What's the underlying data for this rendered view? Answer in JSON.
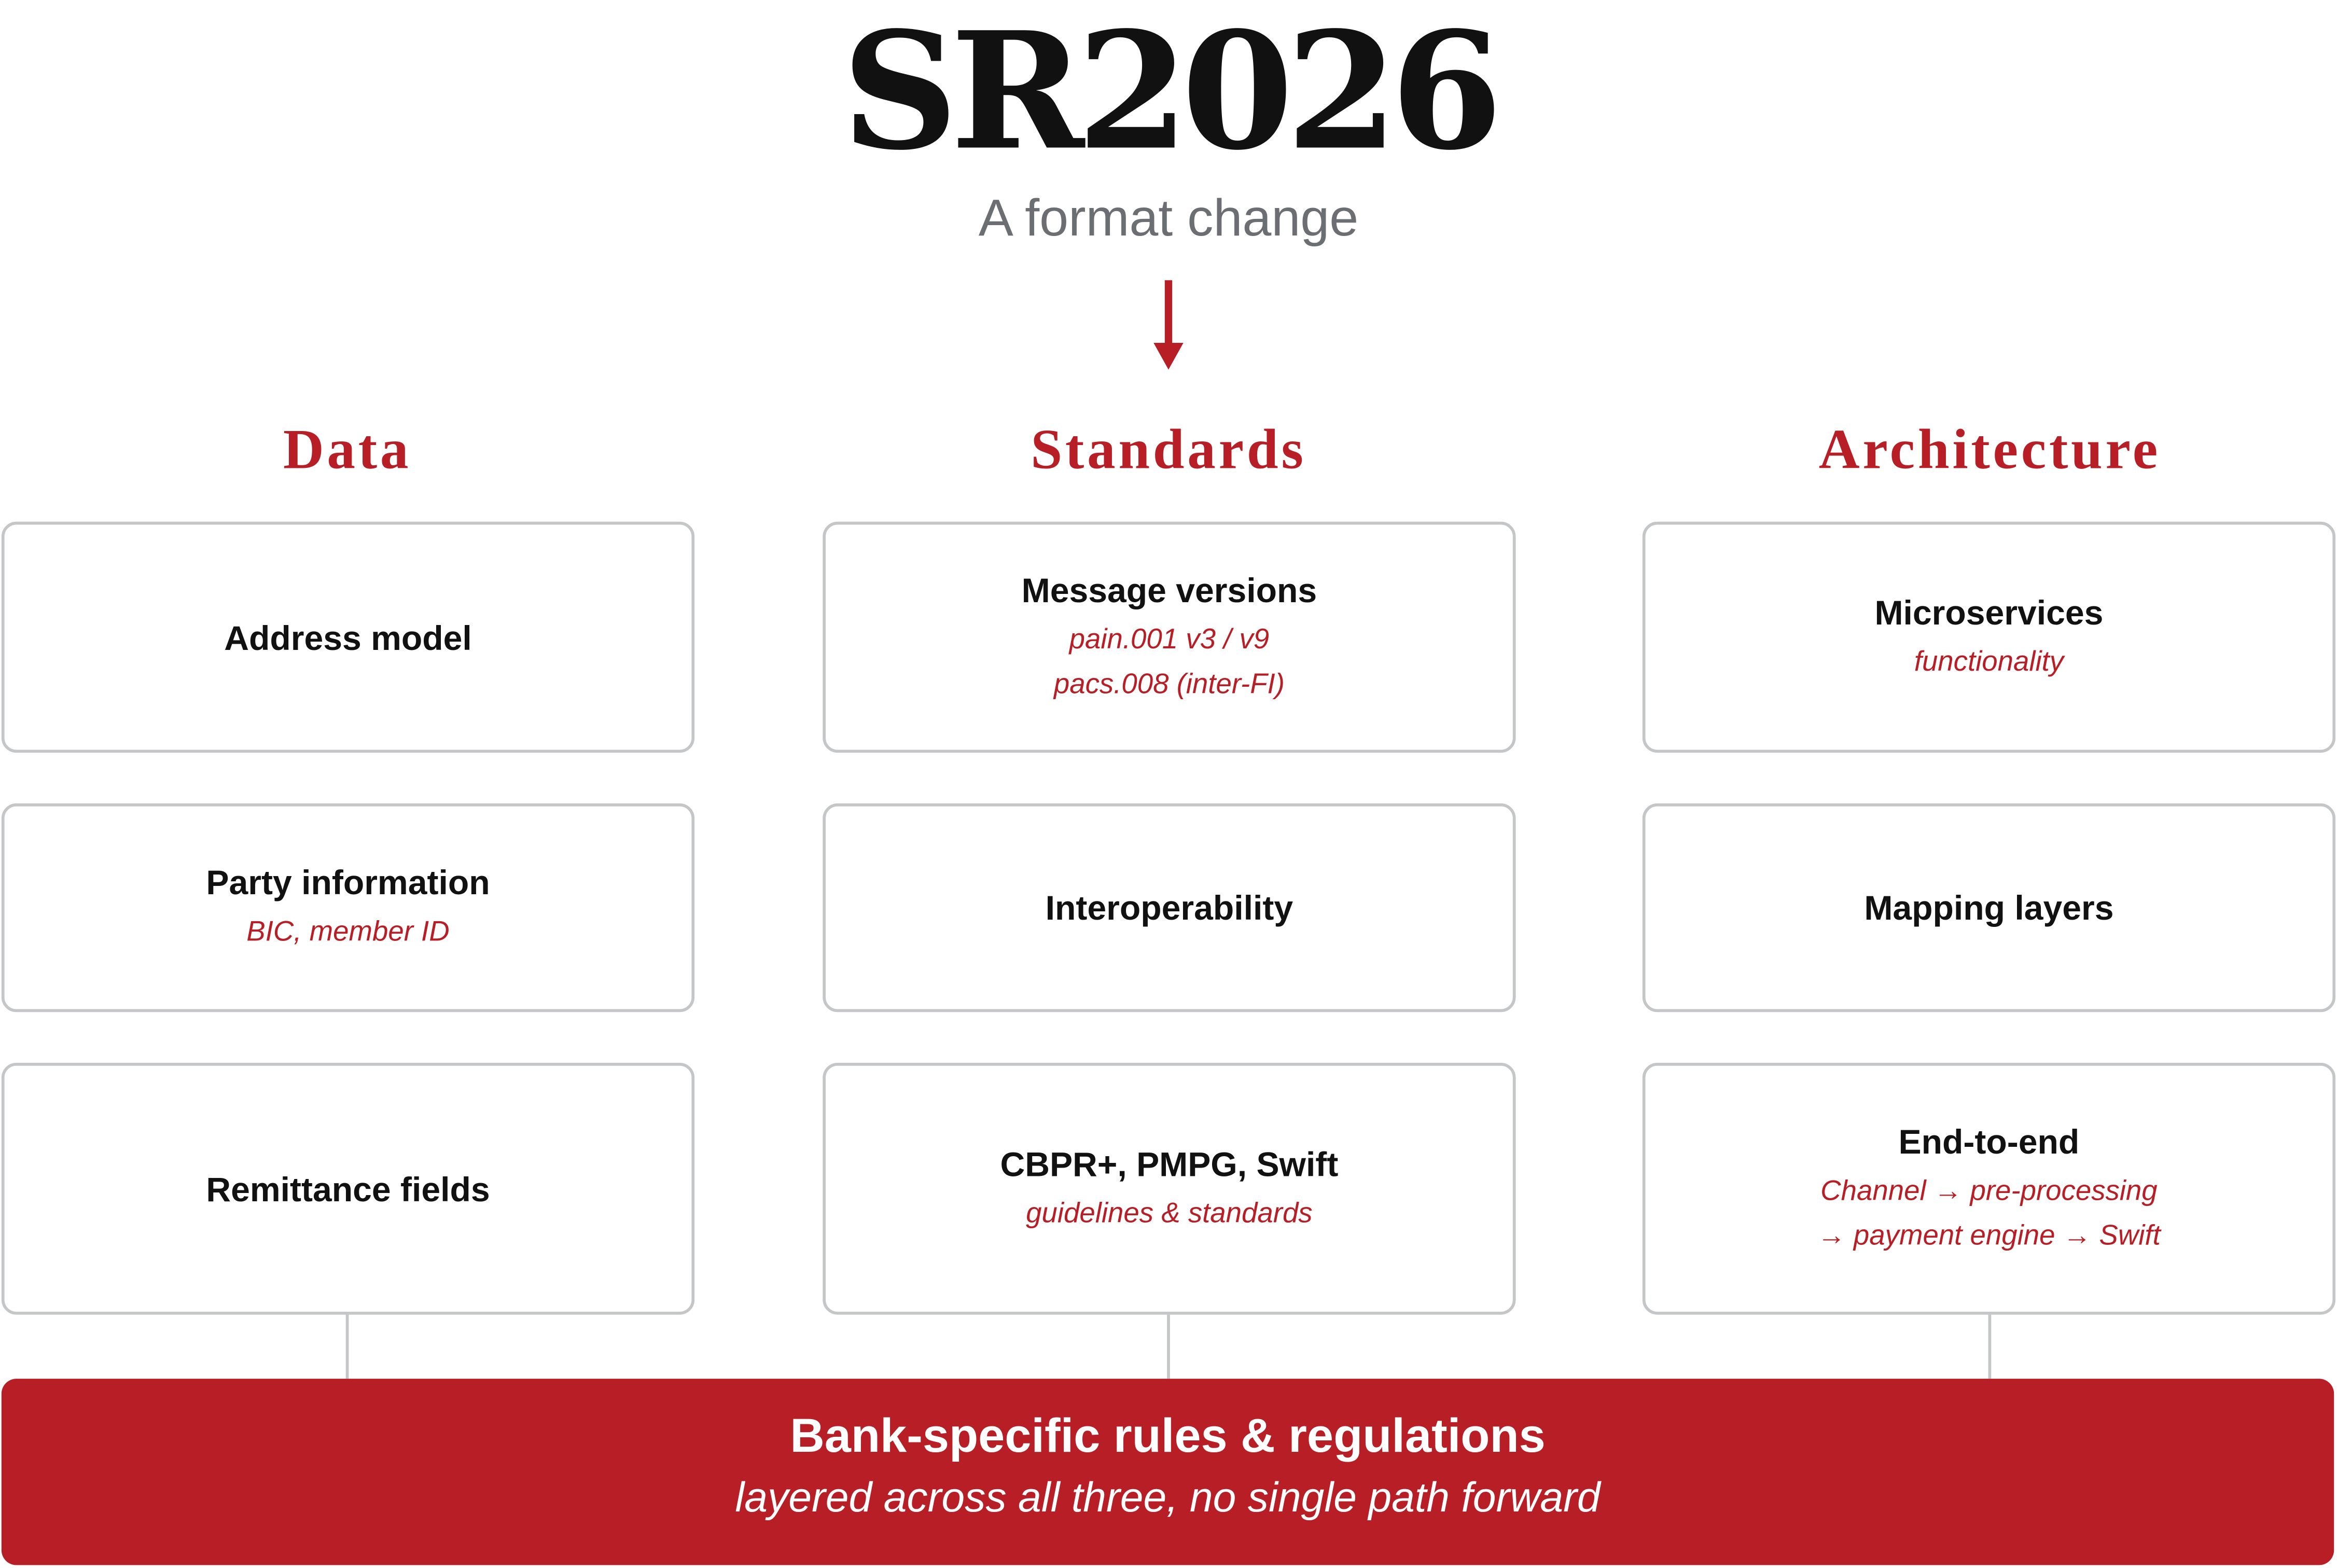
{
  "header": {
    "title": "SR2026",
    "subtitle": "A format change"
  },
  "columns": [
    {
      "heading": "Data",
      "items": [
        {
          "title": "Address model",
          "sub": ""
        },
        {
          "title": "Party information",
          "sub": "BIC, member ID"
        },
        {
          "title": "Remittance fields",
          "sub": ""
        }
      ]
    },
    {
      "heading": "Standards",
      "items": [
        {
          "title": "Message versions",
          "sub": "pain.001 v3 / v9\npacs.008 (inter-FI)"
        },
        {
          "title": "Interoperability",
          "sub": ""
        },
        {
          "title": "CBPR+, PMPG, Swift",
          "sub": "guidelines & standards"
        }
      ]
    },
    {
      "heading": "Architecture",
      "items": [
        {
          "title": "Microservices",
          "sub": "functionality"
        },
        {
          "title": "Mapping layers",
          "sub": ""
        },
        {
          "title": "End-to-end",
          "sub": "Channel → pre-processing\n→ payment engine → Swift"
        }
      ]
    }
  ],
  "banner": {
    "title": "Bank-specific rules & regulations",
    "subtitle": "layered across all three, no single path forward"
  },
  "colors": {
    "accent": "#b81e25",
    "box_border": "#c4c6c8",
    "title_text": "#111111",
    "subtitle_text": "#6b6e72"
  }
}
